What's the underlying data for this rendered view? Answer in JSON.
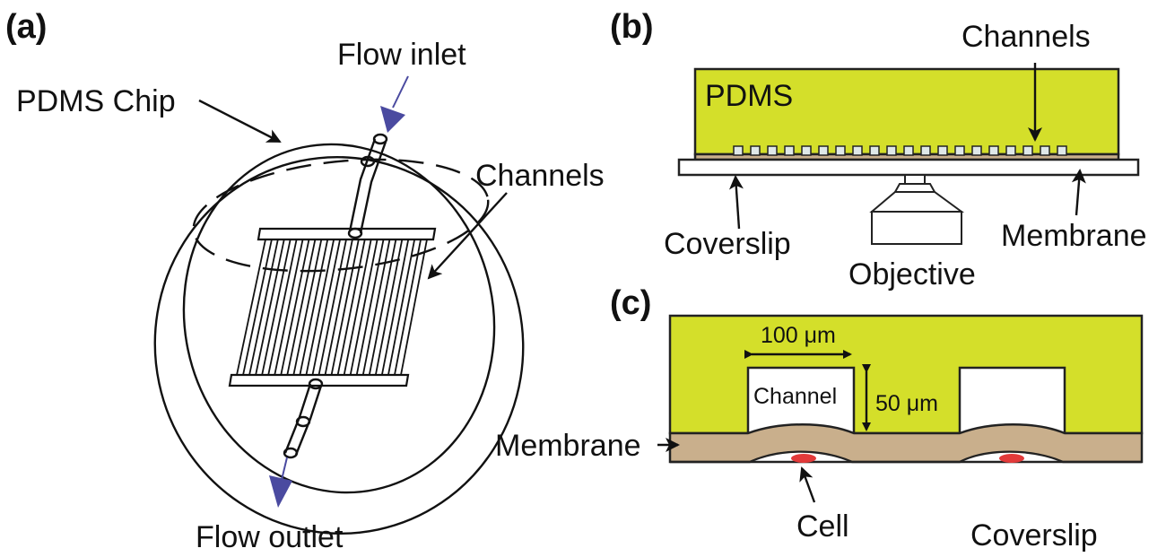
{
  "colors": {
    "pdms": "#d4df2a",
    "membrane": "#c9af8c",
    "flow_arrow": "#4a4aa0",
    "cell": "#e23a3a"
  },
  "panel_a": {
    "tag": "(a)",
    "flow_inlet": "Flow inlet",
    "pdms_chip": "PDMS Chip",
    "channels": "Channels",
    "flow_outlet": "Flow outlet"
  },
  "panel_b": {
    "tag": "(b)",
    "channels": "Channels",
    "pdms": "PDMS",
    "coverslip": "Coverslip",
    "objective": "Objective",
    "membrane": "Membrane"
  },
  "panel_c": {
    "tag": "(c)",
    "width": "100 μm",
    "channel": "Channel",
    "height": "50 μm",
    "membrane": "Membrane",
    "cell": "Cell",
    "coverslip": "Coverslip"
  }
}
